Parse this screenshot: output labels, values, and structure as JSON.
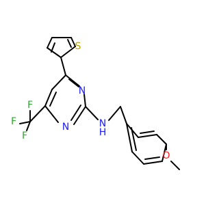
{
  "molecule": {
    "atoms": {
      "s_thiophene": {
        "text": "S",
        "color": "#b8a100"
      },
      "n_ring_top": {
        "text": "N",
        "color": "#1a1aff"
      },
      "n_ring_bottom": {
        "text": "N",
        "color": "#1a1aff"
      },
      "f_top": {
        "text": "F",
        "color": "#2ea82e"
      },
      "f_left": {
        "text": "F",
        "color": "#2ea82e"
      },
      "f_bottom": {
        "text": "F",
        "color": "#2ea82e"
      },
      "n_amine": {
        "text": "N",
        "color": "#1a1aff"
      },
      "h_amine": {
        "text": "H",
        "color": "#1a1aff"
      },
      "o_methoxy": {
        "text": "O",
        "color": "#ff1a1a"
      }
    }
  }
}
